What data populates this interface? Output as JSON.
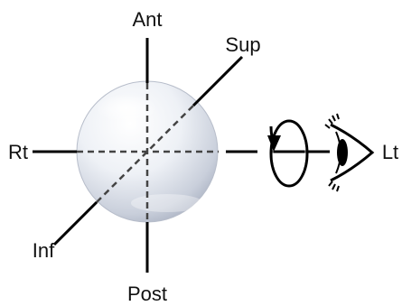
{
  "labels": {
    "anterior": "Ant",
    "posterior": "Post",
    "superior": "Sup",
    "inferior": "Inf",
    "right": "Rt",
    "left": "Lt"
  },
  "colors": {
    "axis": "#000000",
    "dashed_axis": "#555555",
    "sphere_light": "#ffffff",
    "sphere_mid": "#e3e7ef",
    "sphere_dark": "#a9b1c2"
  },
  "icons": {
    "rotation": "rotation-arrow-icon",
    "eye": "eye-icon"
  }
}
